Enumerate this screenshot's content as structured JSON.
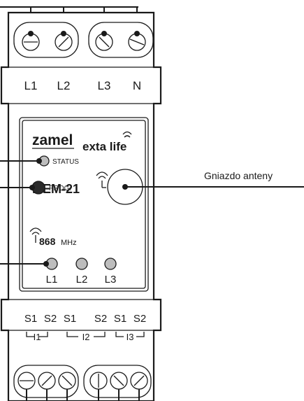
{
  "device": {
    "brand": "zamel",
    "product_line": "exta life",
    "model": "MEM-21",
    "band_label": "868",
    "band_unit": "MHz"
  },
  "top_terminals": [
    "L1",
    "L2",
    "L3",
    "N"
  ],
  "indicators": {
    "status": "STATUS",
    "prog": "PROG.",
    "leds": [
      "L1",
      "L2",
      "L3"
    ]
  },
  "bottom_terminals": {
    "row1": [
      "S1",
      "S2",
      "S1",
      "S2",
      "S1",
      "S2"
    ],
    "groups": [
      "I1",
      "I2",
      "I3"
    ]
  },
  "antenna_label": "Gniazdo anteny",
  "colors": {
    "line": "#1a1a1a",
    "led_fill": "#bdbdbd",
    "button_fill": "#2b2b2b",
    "brand_accent": "#c8102e",
    "signal_icon": "#1a1a1a"
  }
}
